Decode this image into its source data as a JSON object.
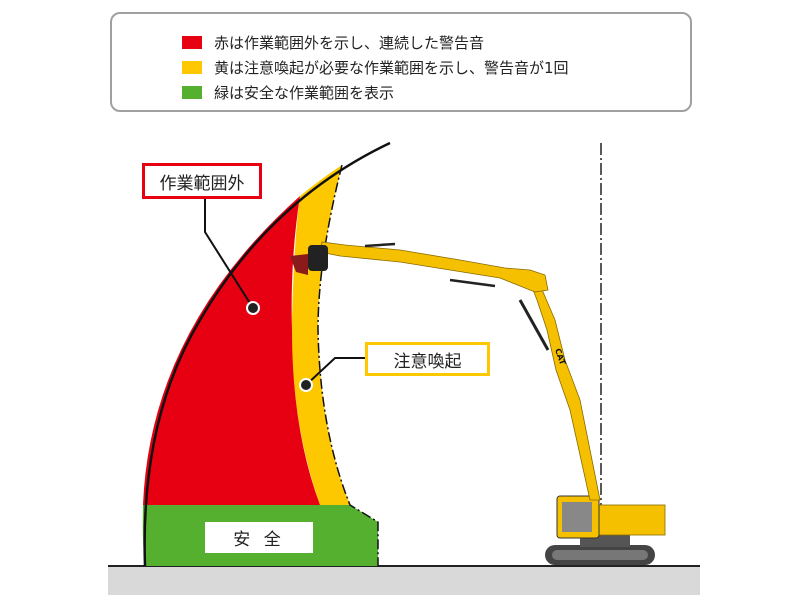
{
  "legend": {
    "items": [
      {
        "label": "赤は作業範囲外を示し、連続した警告音",
        "color": "#e60012"
      },
      {
        "label": "黄は注意喚起が必要な作業範囲を示し、警告音が1回",
        "color": "#fdc800"
      },
      {
        "label": "緑は安全な作業範囲を表示",
        "color": "#55b030"
      }
    ]
  },
  "zones": {
    "outside": {
      "label": "作業範囲外",
      "color": "#e60012"
    },
    "caution": {
      "label": "注意喚起",
      "color": "#fdc800"
    },
    "safe": {
      "label": "安 全",
      "color": "#55b030"
    }
  },
  "machine": {
    "brand": "CAT"
  }
}
